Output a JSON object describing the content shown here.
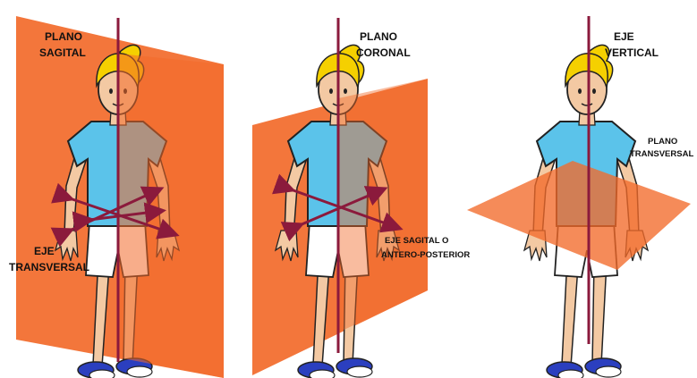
{
  "panels": [
    {
      "title": [
        "PLANO",
        "SAGITAL"
      ],
      "axis_label": [
        "EJE",
        "TRANSVERSAL"
      ]
    },
    {
      "title": [
        "PLANO",
        "CORONAL"
      ],
      "axis_label": [
        "EJE SAGITAL O",
        "ANTERO-POSTERIOR"
      ]
    },
    {
      "title": [
        "EJE",
        "VERTICAL"
      ],
      "axis_label": [
        "PLANO",
        "TRANSVERSAL"
      ]
    }
  ],
  "colors": {
    "plane": "#f26a2a",
    "plane_edge": "#c9501a",
    "axis": "#8b1a3c",
    "shirt": "#5bc3ea",
    "hair": "#f5d000",
    "skin": "#f3c9a3",
    "shorts": "#ffffff",
    "shoe": "#2b3fbf"
  }
}
